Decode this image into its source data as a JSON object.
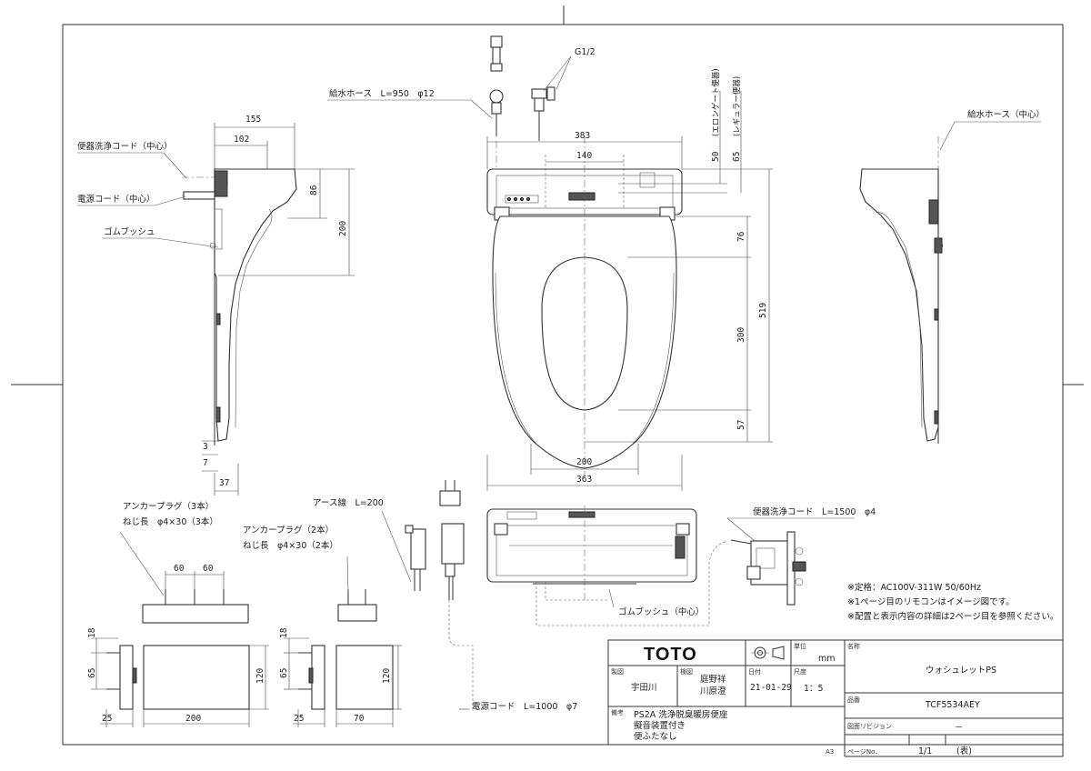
{
  "sheet": {
    "size": "A3"
  },
  "title_block": {
    "brand": "TOTO",
    "unit_label": "単位",
    "unit": "mm",
    "name_label": "名称",
    "name": "ウォシュレットPS",
    "drafter_label": "製図",
    "drafter": "宇田川",
    "checker_label": "検図",
    "checker": "庭野祥",
    "checker2": "川原澄",
    "date_label": "日付",
    "date": "21-01-29",
    "scale_label": "尺度",
    "scale": "1：5",
    "model_label": "品番",
    "model": "TCF5534AEY",
    "revision_label": "図面リビジョン",
    "revision": "－",
    "notes_label": "備考",
    "notes": [
      "PS2A 洗浄脱臭暖房便座",
      "擬音装置付き",
      "便ふたなし"
    ],
    "page_label": "ページNo．",
    "page": "1/1",
    "page_note": "(表)"
  },
  "notes": [
    "※定格：AC100V-311W 50/60Hz",
    "※1ページ目のリモコンはイメージ図です。",
    "※配置と表示内容の詳細は2ページ目を参照ください。"
  ],
  "callouts": {
    "toilet_wash_cord_center": "便器洗浄コード（中心）",
    "power_cord_center": "電源コード（中心）",
    "rubber_bush_left": "ゴムブッシュ",
    "water_hose_left": "給水ホース　L=950　φ12",
    "thread": "G1/2",
    "elongated": "(エロンゲート便器)",
    "regular": "(レギュラー便器)",
    "water_hose_right": "給水ホース（中心）",
    "anchor_plug_3": "アンカープラグ（3本）",
    "screw_3": "ねじ長　φ4×30（3本）",
    "anchor_plug_2": "アンカープラグ（2本）",
    "screw_2": "ねじ長　φ4×30（2本）",
    "earth_wire": "アース線　L=200",
    "toilet_wash_cord": "便器洗浄コード　L=1500　φ4",
    "rubber_bush_center": "ゴムブッシュ（中心）",
    "power_cord": "電源コード　L=1000　φ7"
  },
  "dimensions": {
    "side_155": "155",
    "side_102": "102",
    "side_86": "86",
    "side_200": "200",
    "side_3": "3",
    "side_7": "7",
    "side_37": "37",
    "front_383": "383",
    "front_140": "140",
    "front_50": "50",
    "front_65": "65",
    "front_76": "76",
    "front_300": "300",
    "front_519": "519",
    "front_57": "57",
    "front_200": "200",
    "front_363": "363",
    "plate_60a": "60",
    "plate_60b": "60",
    "plate3_18": "18",
    "plate3_65": "65",
    "plate3_120": "120",
    "plate3_25": "25",
    "plate3_200": "200",
    "plate2_18": "18",
    "plate2_65": "65",
    "plate2_120": "120",
    "plate2_25": "25",
    "plate2_70": "70"
  }
}
